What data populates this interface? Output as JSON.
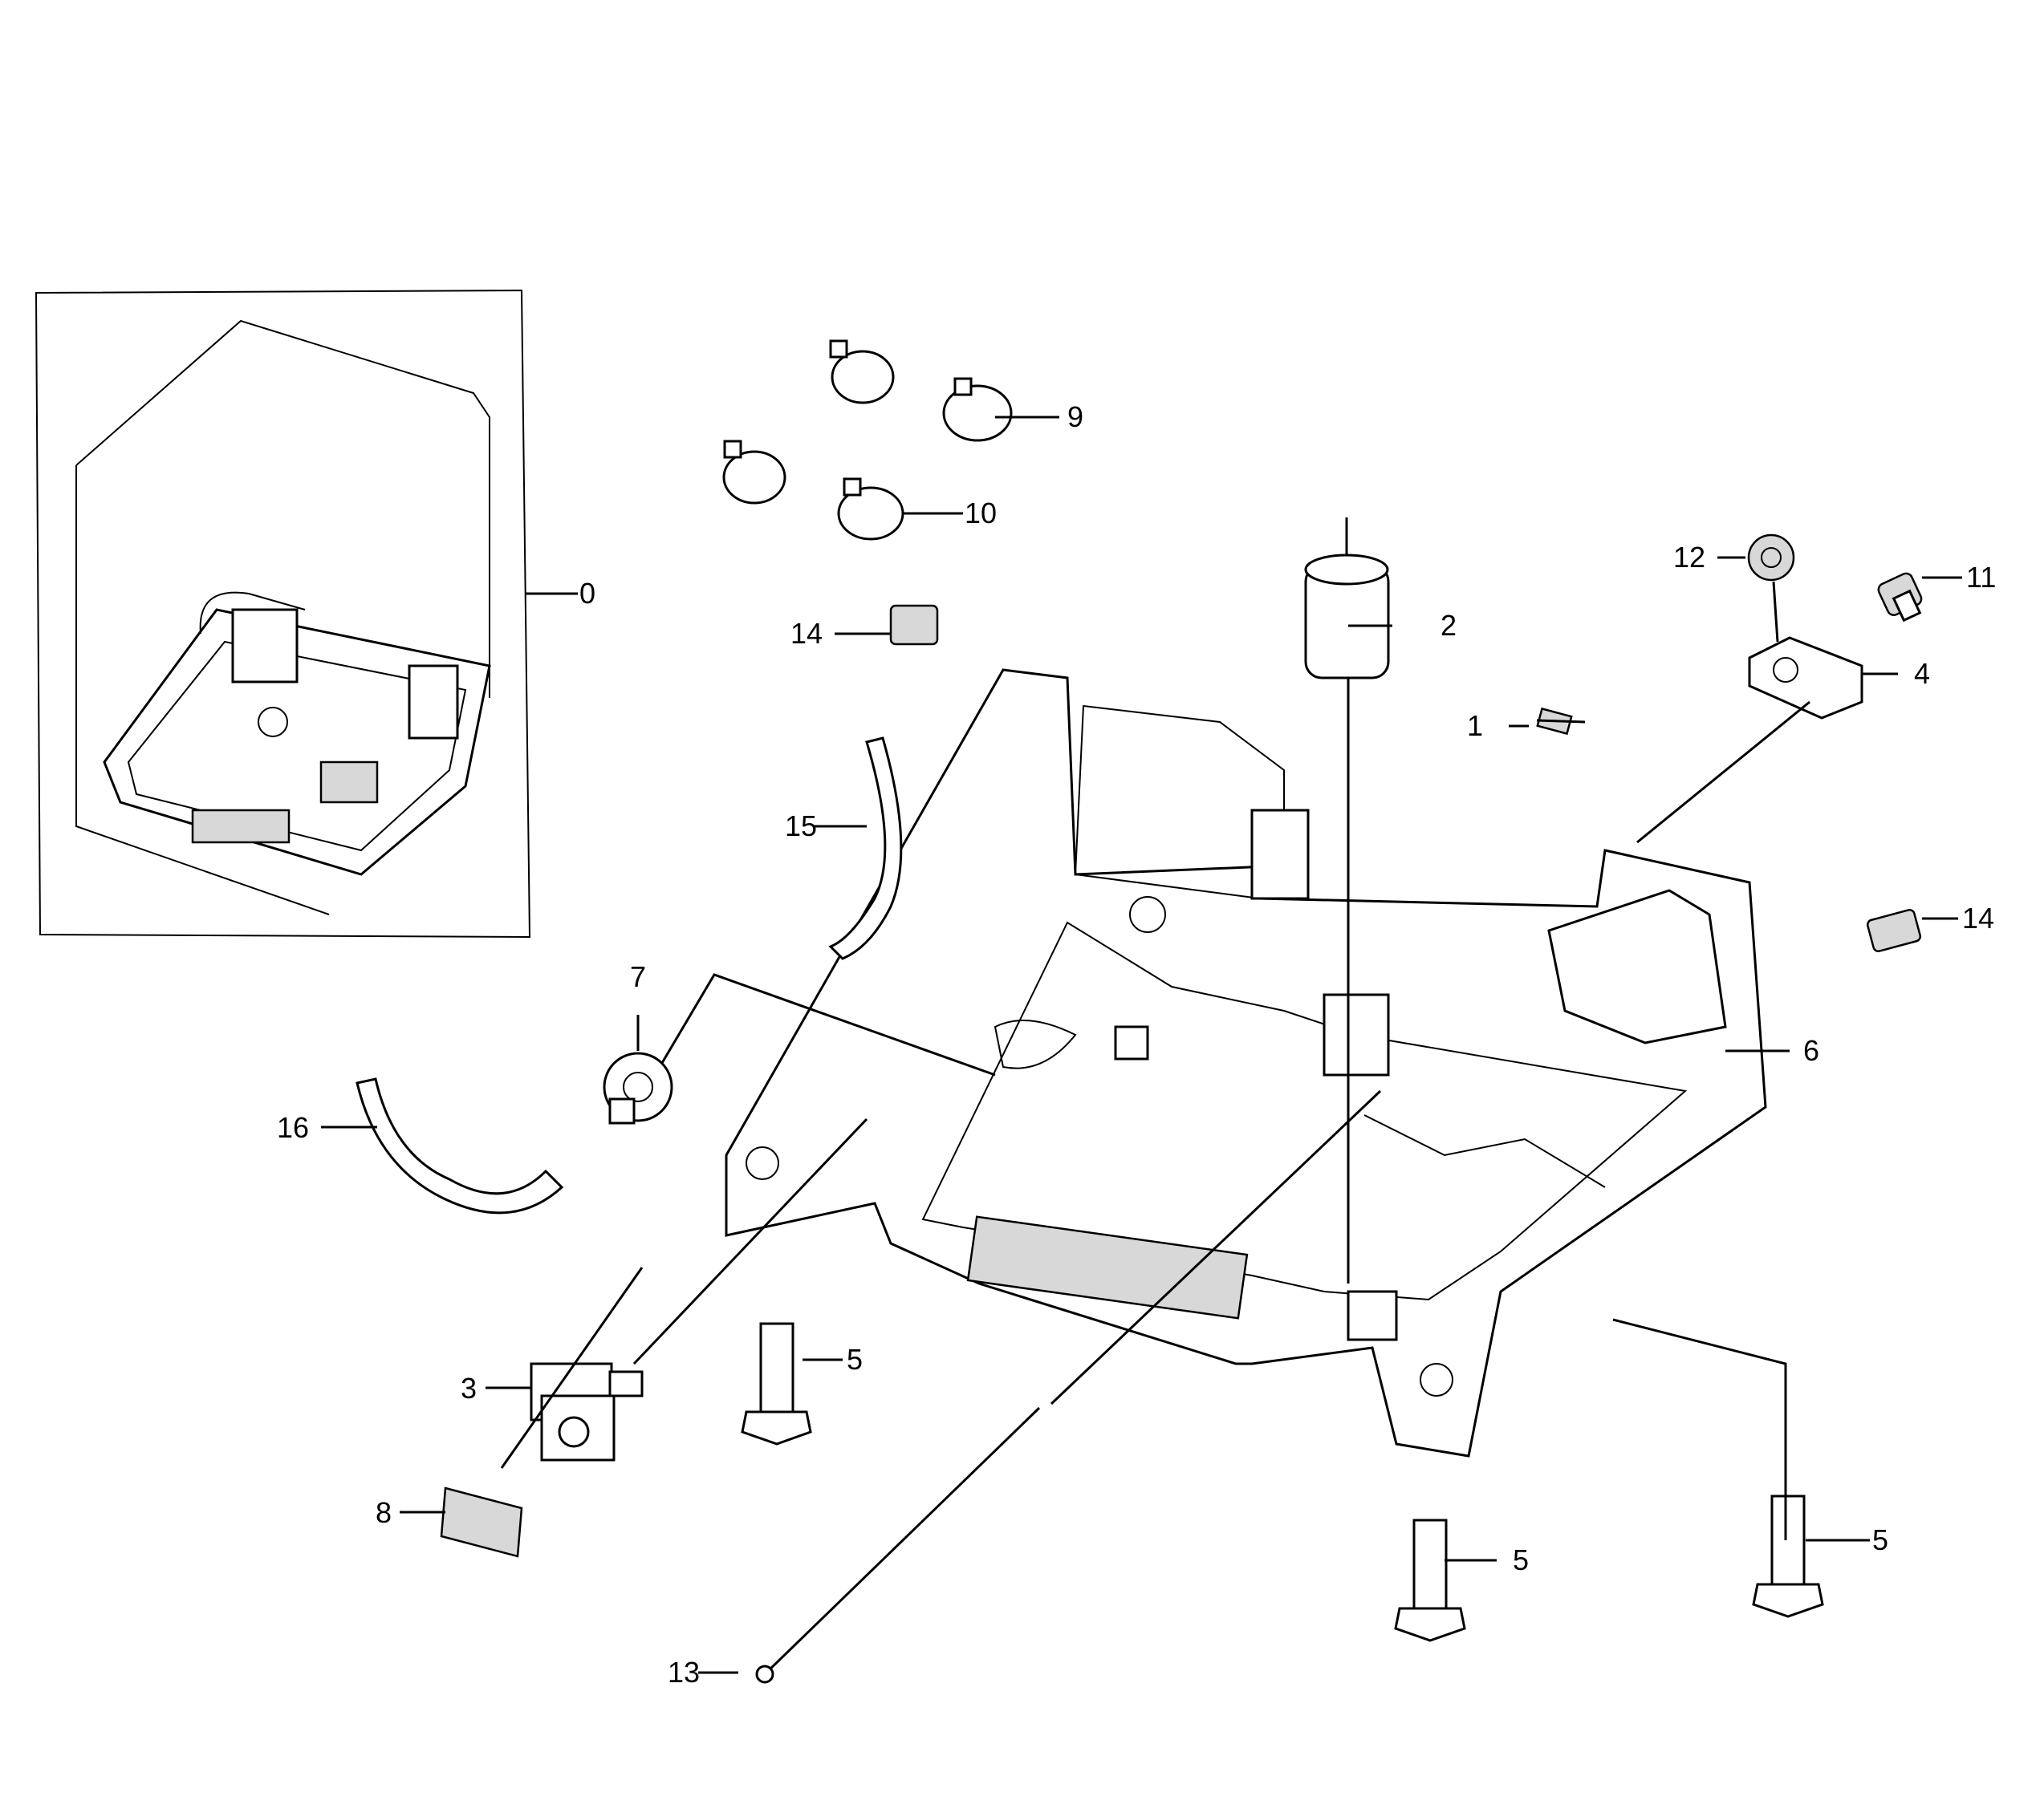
{
  "callouts": {
    "c0": "0",
    "c1": "1",
    "c2": "2",
    "c3": "3",
    "c4": "4",
    "c5a": "5",
    "c5b": "5",
    "c5c": "5",
    "c6": "6",
    "c7": "7",
    "c8": "8",
    "c9": "9",
    "c10": "10",
    "c11": "11",
    "c12": "12",
    "c13": "13",
    "c14a": "14",
    "c14b": "14",
    "c15": "15",
    "c16": "16"
  }
}
